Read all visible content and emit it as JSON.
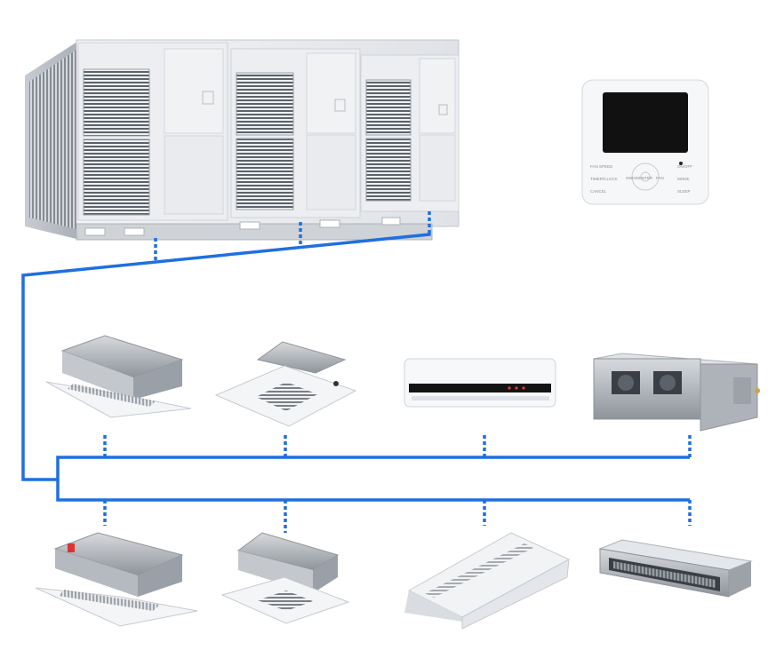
{
  "diagram": {
    "outdoor_unit": {
      "icon": "vrf-outdoor-unit-icon",
      "modules": 3
    },
    "controller": {
      "icon": "wired-remote-controller-icon",
      "buttons": [
        "ON/OFF",
        "MODE",
        "SLEEP",
        "FAN SPEED",
        "TIMER/CLOCK",
        "CANCEL",
        "SWING",
        "ENTER",
        "FAN"
      ]
    },
    "indoor_units_row1": [
      {
        "icon": "one-way-cassette-icon"
      },
      {
        "icon": "four-way-cassette-icon"
      },
      {
        "icon": "wall-mounted-split-icon"
      },
      {
        "icon": "high-static-duct-icon"
      }
    ],
    "indoor_units_row2": [
      {
        "icon": "compact-one-way-cassette-icon"
      },
      {
        "icon": "compact-four-way-cassette-icon"
      },
      {
        "icon": "ceiling-floor-convertible-icon"
      },
      {
        "icon": "slim-duct-icon"
      }
    ],
    "colors": {
      "pipe": "#1f6fe0",
      "unit_body": "#e9ecef",
      "unit_grille": "#5b626a",
      "screen": "#111111"
    }
  }
}
